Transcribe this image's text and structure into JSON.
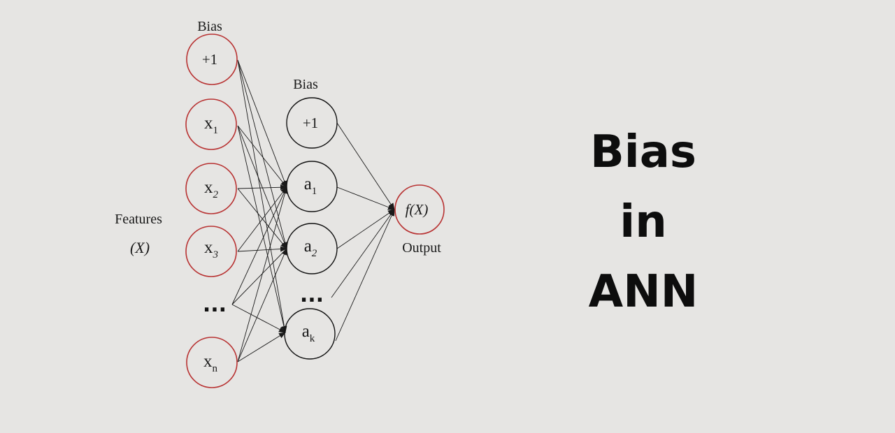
{
  "title_lines": [
    "Bias",
    "in",
    "ANN"
  ],
  "input_layer": {
    "bias_label": "Bias",
    "bias_node": "+1",
    "nodes": [
      {
        "base": "x",
        "sub": "1"
      },
      {
        "base": "x",
        "sub": "2"
      },
      {
        "base": "x",
        "sub": "3"
      },
      {
        "base": "x",
        "sub": "n"
      }
    ],
    "ellipsis": "...",
    "features_label": "Features",
    "features_var": "(X)"
  },
  "hidden_layer": {
    "bias_label": "Bias",
    "bias_node": "+1",
    "nodes": [
      {
        "base": "a",
        "sub": "1"
      },
      {
        "base": "a",
        "sub": "2"
      },
      {
        "base": "a",
        "sub": "k"
      }
    ],
    "ellipsis": "..."
  },
  "output_layer": {
    "node": "f(X)",
    "label": "Output"
  },
  "colors": {
    "input_stroke": "#b83232",
    "hidden_stroke": "#111111",
    "background": "#e6e5e3"
  }
}
